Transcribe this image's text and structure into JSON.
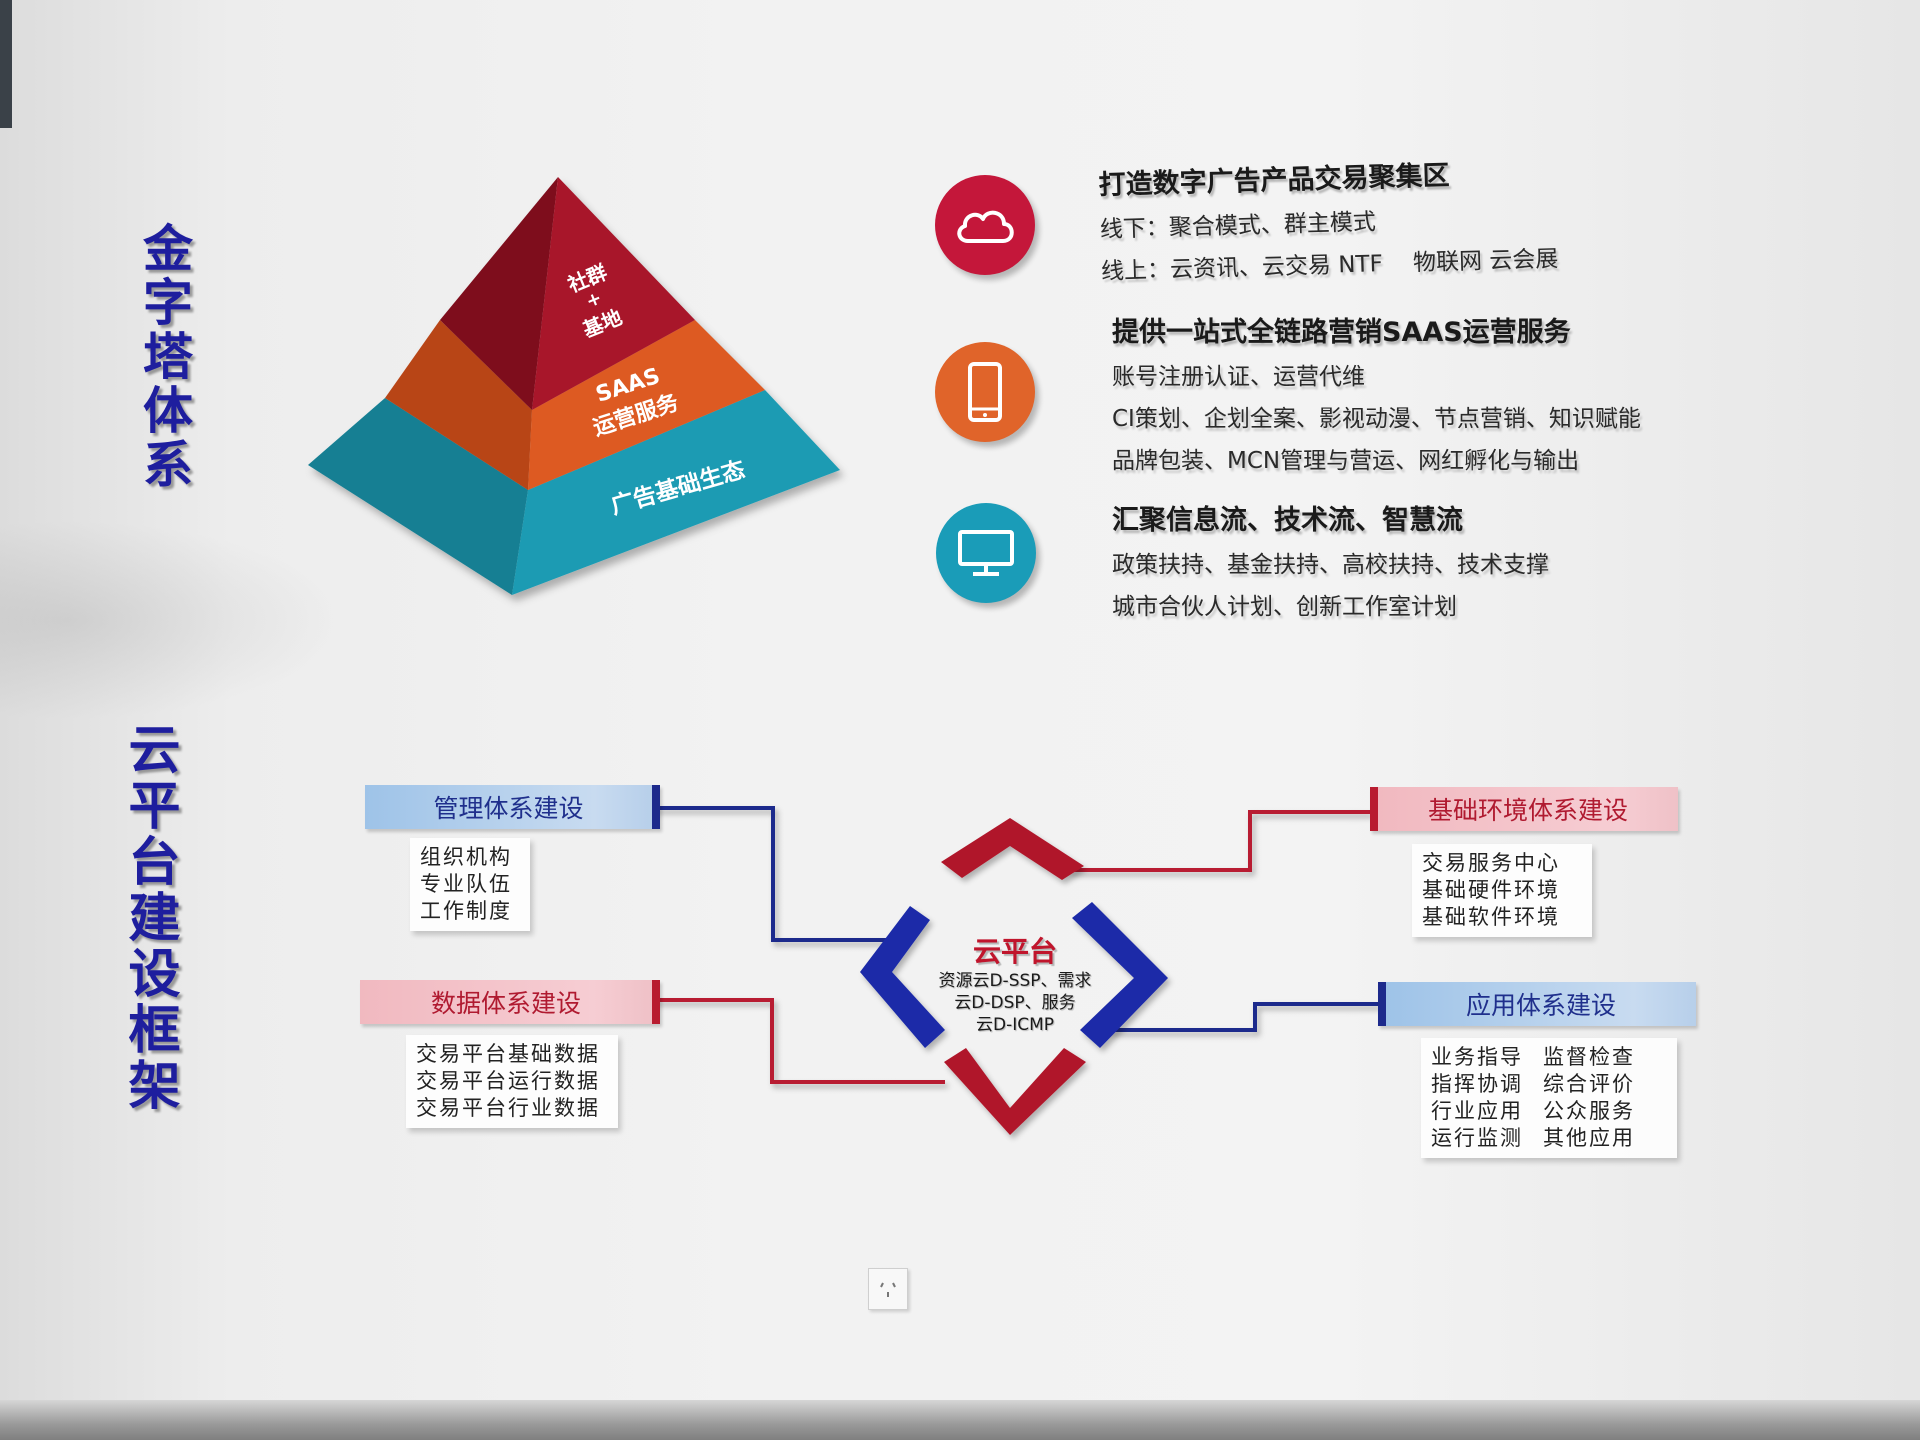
{
  "titles": {
    "pyramid_system": "金字塔体系",
    "cloud_framework": "云平台建设框架"
  },
  "pyramid": {
    "top": [
      "社群",
      "+",
      "基地"
    ],
    "middle": [
      "SAAS",
      "运营服务"
    ],
    "bottom": "广告基础生态",
    "colors": {
      "top": "#a8182b",
      "middle": "#dd5a20",
      "bottom": "#1a9bb3"
    }
  },
  "info": [
    {
      "icon": "cloud-icon",
      "title": "打造数字广告产品交易聚集区",
      "lines": [
        "线下：聚合模式、群主模式",
        "线上：云资讯、云交易 NTF　 物联网  云会展"
      ]
    },
    {
      "icon": "phone-icon",
      "title": "提供一站式全链路营销SAAS运营服务",
      "lines": [
        "账号注册认证、运营代维",
        "CI策划、企划全案、影视动漫、节点营销、知识赋能",
        "品牌包装、MCN管理与营运、网红孵化与输出"
      ]
    },
    {
      "icon": "monitor-icon",
      "title": "汇聚信息流、技术流、智慧流",
      "lines": [
        "政策扶持、基金扶持、高校扶持、技术支撑",
        "城市合伙人计划、创新工作室计划"
      ]
    }
  ],
  "framework": {
    "center": {
      "title": "云平台",
      "lines": [
        "资源云D-SSP、需求",
        "云D-DSP、服务",
        "云D-ICMP"
      ]
    },
    "management": {
      "label": "管理体系建设",
      "items": [
        "组织机构",
        "专业队伍",
        "工作制度"
      ]
    },
    "data": {
      "label": "数据体系建设",
      "items": [
        "交易平台基础数据",
        "交易平台运行数据",
        "交易平台行业数据"
      ]
    },
    "infrastructure": {
      "label": "基础环境体系建设",
      "items": [
        "交易服务中心",
        "基础硬件环境",
        "基础软件环境"
      ]
    },
    "application": {
      "label": "应用体系建设",
      "items": [
        [
          "业务指导",
          "监督检查"
        ],
        [
          "指挥协调",
          "综合评价"
        ],
        [
          "行业应用",
          "公众服务"
        ],
        [
          "运行监测",
          "其他应用"
        ]
      ]
    },
    "colors": {
      "blue": "#1d2a8c",
      "red": "#b81c30"
    }
  }
}
